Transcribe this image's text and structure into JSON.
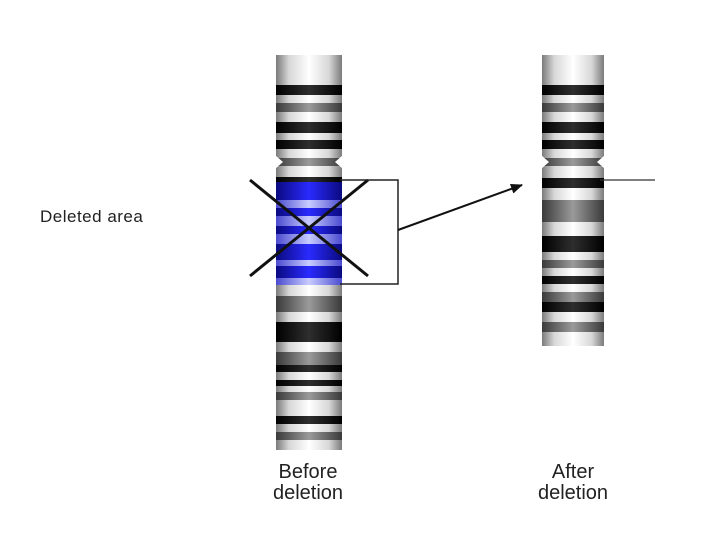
{
  "labels": {
    "deleted_area": "Deleted area",
    "before_line1": "Before",
    "before_line2": "deletion",
    "after_line1": "After",
    "after_line2": "deletion"
  },
  "colors": {
    "deleted_region": "#2020e0",
    "band_dark": "#1a1a1a",
    "band_mid": "#6e6e6e",
    "band_light": "#e6e6e6",
    "cross_lines": "#111111"
  }
}
